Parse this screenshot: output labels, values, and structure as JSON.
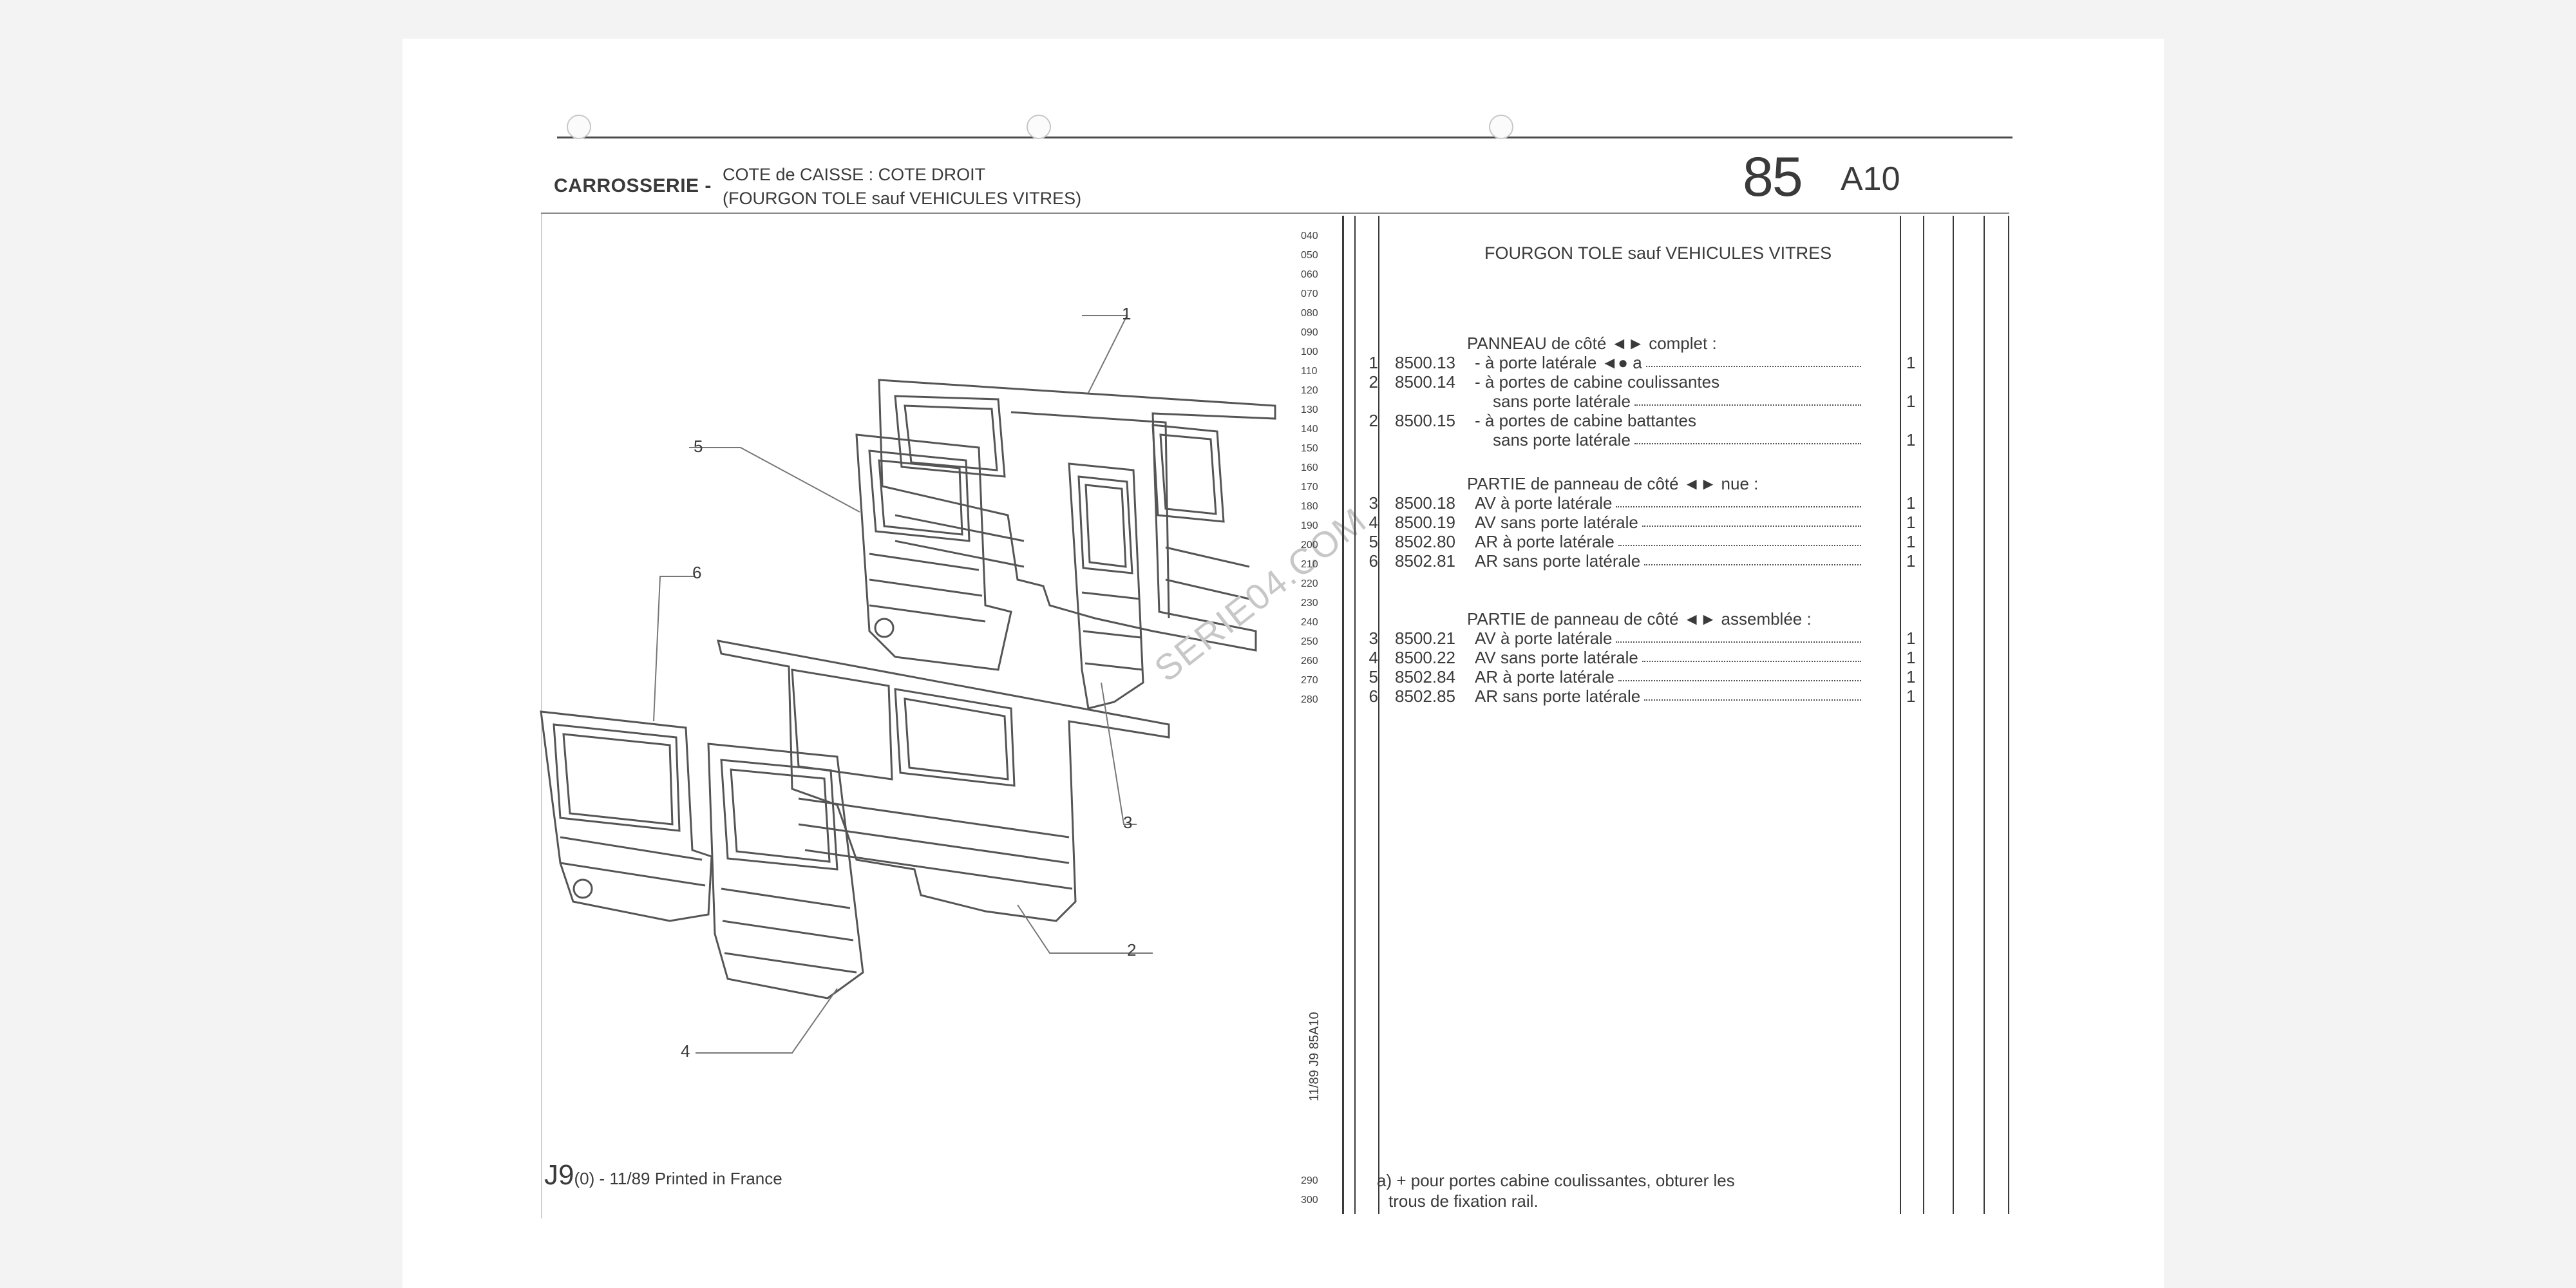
{
  "header": {
    "category": "CARROSSERIE -",
    "subtitle_line1": "COTE de CAISSE : COTE DROIT",
    "subtitle_line2": "(FOURGON TOLE sauf VEHICULES VITRES)",
    "group_number": "85",
    "sheet_code": "A10"
  },
  "table_title": "FOURGON TOLE sauf VEHICULES VITRES",
  "line_numbers": [
    "040",
    "050",
    "060",
    "070",
    "080",
    "090",
    "100",
    "110",
    "120",
    "130",
    "140",
    "150",
    "160",
    "170",
    "180",
    "190",
    "200",
    "210",
    "220",
    "230",
    "240",
    "250",
    "260",
    "270",
    "280",
    "290",
    "300"
  ],
  "groups": [
    {
      "title": "PANNEAU de côté ◄► complet :",
      "rows": [
        {
          "idx": "1",
          "ref": "8500.13",
          "desc": "- à porte latérale ◄● a",
          "qty": "1"
        },
        {
          "idx": "2",
          "ref": "8500.14",
          "desc": "- à portes de cabine coulissantes",
          "qty": ""
        },
        {
          "idx": "",
          "ref": "",
          "desc": "sans porte latérale",
          "qty": "1"
        },
        {
          "idx": "2",
          "ref": "8500.15",
          "desc": "- à portes de cabine battantes",
          "qty": ""
        },
        {
          "idx": "",
          "ref": "",
          "desc": "sans porte latérale",
          "qty": "1"
        }
      ]
    },
    {
      "title": "PARTIE de panneau de côté ◄► nue :",
      "rows": [
        {
          "idx": "3",
          "ref": "8500.18",
          "desc": "AV  à porte latérale",
          "qty": "1"
        },
        {
          "idx": "4",
          "ref": "8500.19",
          "desc": "AV  sans porte latérale",
          "qty": "1"
        },
        {
          "idx": "5",
          "ref": "8502.80",
          "desc": "AR  à porte latérale",
          "qty": "1"
        },
        {
          "idx": "6",
          "ref": "8502.81",
          "desc": "AR  sans porte latérale",
          "qty": "1"
        }
      ]
    },
    {
      "title": "PARTIE de panneau de côté ◄► assemblée :",
      "rows": [
        {
          "idx": "3",
          "ref": "8500.21",
          "desc": "AV  à porte latérale",
          "qty": "1"
        },
        {
          "idx": "4",
          "ref": "8500.22",
          "desc": "AV  sans porte latérale",
          "qty": "1"
        },
        {
          "idx": "5",
          "ref": "8502.84",
          "desc": "AR  à porte latérale",
          "qty": "1"
        },
        {
          "idx": "6",
          "ref": "8502.85",
          "desc": "AR  sans porte latérale",
          "qty": "1"
        }
      ]
    }
  ],
  "footnote_line1": "a)  +  pour portes cabine coulissantes, obturer les",
  "footnote_line2": "trous de fixation rail.",
  "footnote_nums": [
    "290",
    "300"
  ],
  "vertical_code": "11/89   J9   85A10",
  "footer": {
    "code": "J9",
    "suffix": "(0) - 11/89 Printed in France"
  },
  "callouts": [
    "1",
    "2",
    "3",
    "4",
    "5",
    "6"
  ],
  "watermark": "SERIE04.COM",
  "colors": {
    "paper": "#ffffff",
    "ink": "#3a3a3a",
    "background": "#f3f3f3"
  }
}
